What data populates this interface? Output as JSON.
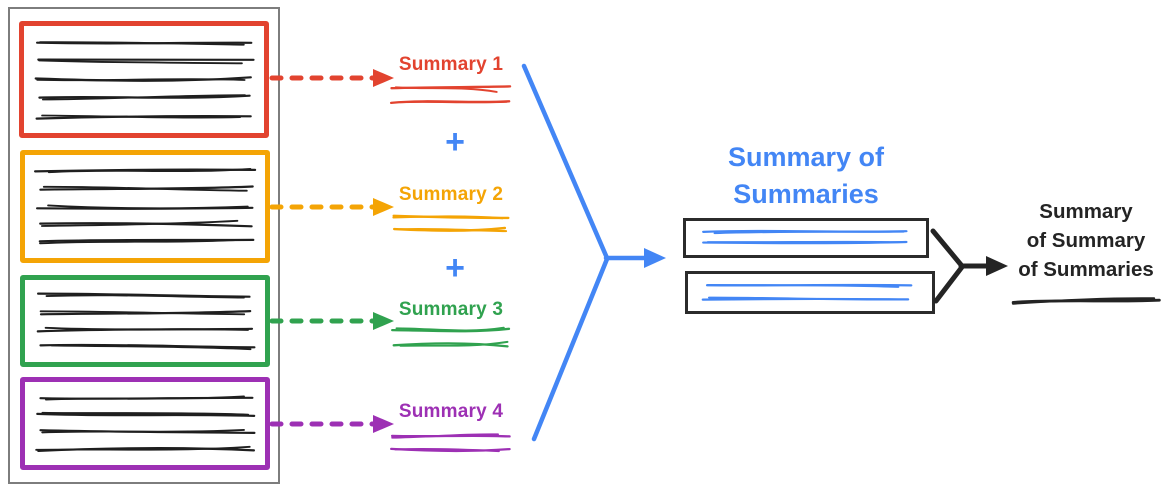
{
  "colors": {
    "red": "#e2432f",
    "orange": "#f4a405",
    "green": "#30a24f",
    "purple": "#9d30b4",
    "blue": "#4386f5",
    "ink": "#242424",
    "scribble_ink": "#1f1f1f",
    "frame": "#7d7d7d",
    "box_border": "#2b2b2b",
    "background": "#ffffff"
  },
  "documents": [
    {
      "name": "document-1",
      "color": "red",
      "text_lines": 5
    },
    {
      "name": "document-2",
      "color": "orange",
      "text_lines": 5
    },
    {
      "name": "document-3",
      "color": "green",
      "text_lines": 4
    },
    {
      "name": "document-4",
      "color": "purple",
      "text_lines": 4
    }
  ],
  "summaries": [
    {
      "label": "Summary 1",
      "color": "red"
    },
    {
      "label": "Summary 2",
      "color": "orange"
    },
    {
      "label": "Summary 3",
      "color": "green"
    },
    {
      "label": "Summary 4",
      "color": "purple"
    }
  ],
  "operators": {
    "plus": "+"
  },
  "summary_of_summaries": {
    "line1": "Summary of",
    "line2": "Summaries"
  },
  "final_summary": {
    "line1": "Summary",
    "line2": "of Summary",
    "line3": "of Summaries"
  }
}
